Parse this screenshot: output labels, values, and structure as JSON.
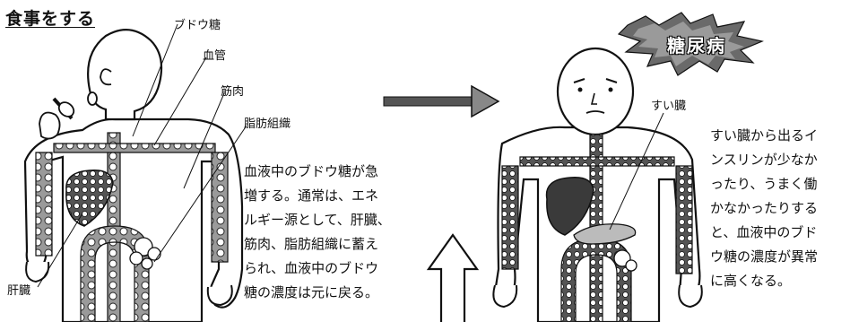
{
  "left_panel": {
    "heading": "食事をする",
    "labels": {
      "glucose": "ブドウ糖",
      "vessel": "血管",
      "muscle": "筋肉",
      "fat": "脂肪組織",
      "liver": "肝臓"
    },
    "description_lines": [
      "血液中のブドウ糖が急",
      "増する。通常は、エネ",
      "ルギー源として、肝臓、",
      "筋肉、脂肪組織に蓄え",
      "られ、血液中のブドウ",
      "糖の濃度は元に戻る。"
    ]
  },
  "right_panel": {
    "badge": "糖尿病",
    "labels": {
      "pancreas": "すい臓"
    },
    "description_lines": [
      "すい臓から出るイ",
      "ンスリンが少なか",
      "ったり、うまく働",
      "かなかったりする",
      "と、血液中のブド",
      "ウ糖の濃度が異常",
      "に高くなる。"
    ]
  }
}
